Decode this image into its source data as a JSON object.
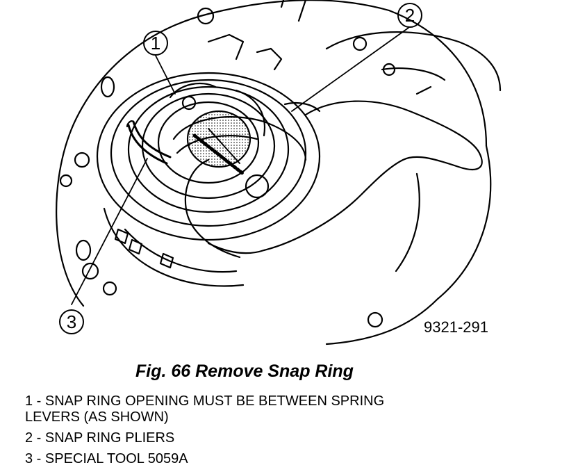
{
  "figure": {
    "callouts": [
      "1",
      "2",
      "3"
    ],
    "code": "9321-291"
  },
  "caption": "Fig. 66 Remove Snap Ring",
  "legend": [
    {
      "lines": [
        "1 - SNAP RING OPENING MUST BE BETWEEN SPRING",
        "LEVERS (AS SHOWN)"
      ]
    },
    {
      "lines": [
        "2 - SNAP RING PLIERS"
      ]
    },
    {
      "lines": [
        "3 - SPECIAL TOOL 5059A"
      ]
    }
  ],
  "colors": {
    "ink": "#000000",
    "paper": "#ffffff",
    "stipple": "#9a9a9a"
  }
}
